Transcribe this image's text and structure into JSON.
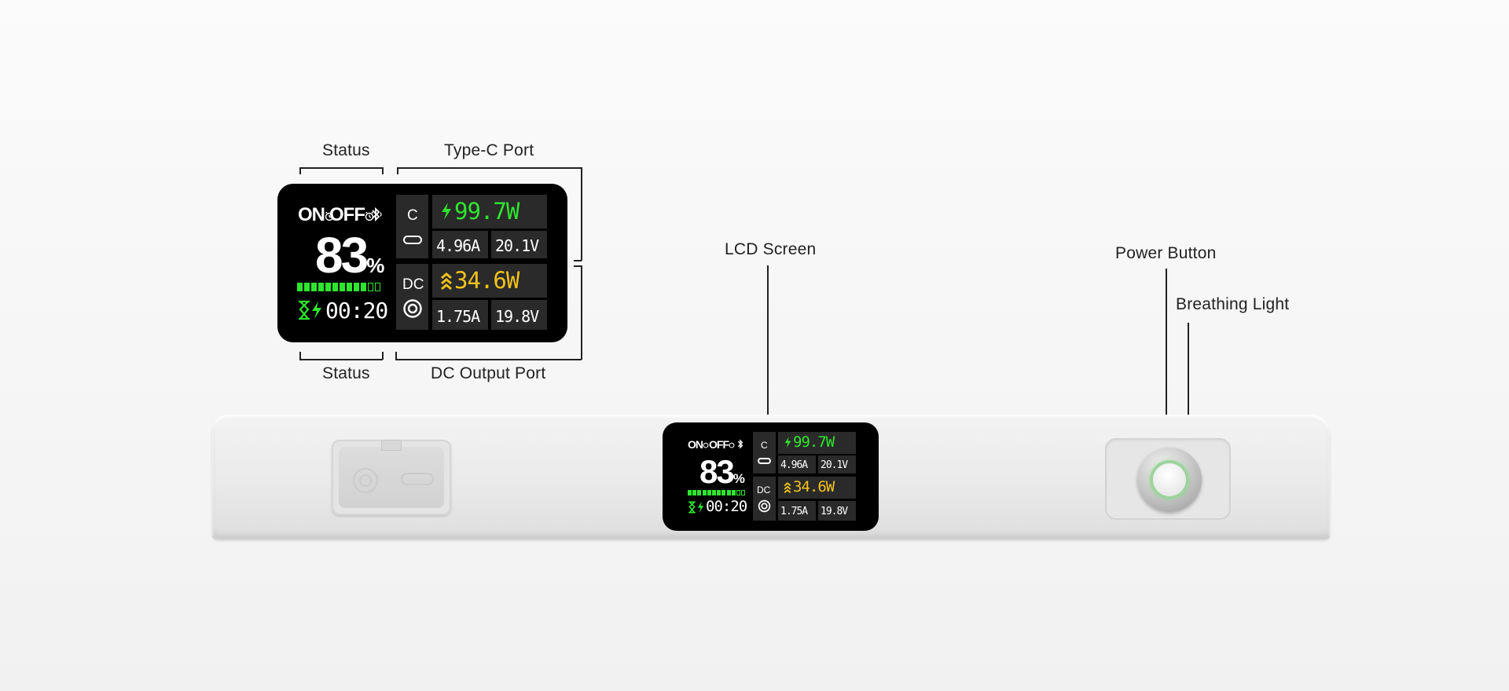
{
  "labels": {
    "status_top": "Status",
    "type_c_port": "Type-C Port",
    "status_bottom": "Status",
    "dc_output_port": "DC Output Port",
    "lcd_screen": "LCD Screen",
    "power_button": "Power Button",
    "breathing_light": "Breathing Light"
  },
  "lcd": {
    "timer_on": "ON",
    "timer_off": "OFF",
    "battery_number": "83",
    "battery_unit": "%",
    "battery_level": 0.83,
    "battery_segments_total": 12,
    "battery_segments_filled": 10,
    "remaining_time": "00:20",
    "typec": {
      "port_letter": "C",
      "power": "99.7W",
      "current": "4.96A",
      "voltage": "20.1V"
    },
    "dc": {
      "port_letter": "DC",
      "power": "34.6W",
      "current": "1.75A",
      "voltage": "19.8V"
    }
  },
  "colors": {
    "green": "#2ee62e",
    "yellow": "#f2c21a",
    "screen_bg": "#000000",
    "cell_bg": "#2a2a2a",
    "breathing_light": "#9ed39e"
  },
  "icons": [
    "bolt-icon",
    "charging-chevrons-icon",
    "usb-c-port-icon",
    "dc-barrel-port-icon",
    "bluetooth-icon",
    "alarm-clock-icon",
    "hourglass-icon"
  ]
}
